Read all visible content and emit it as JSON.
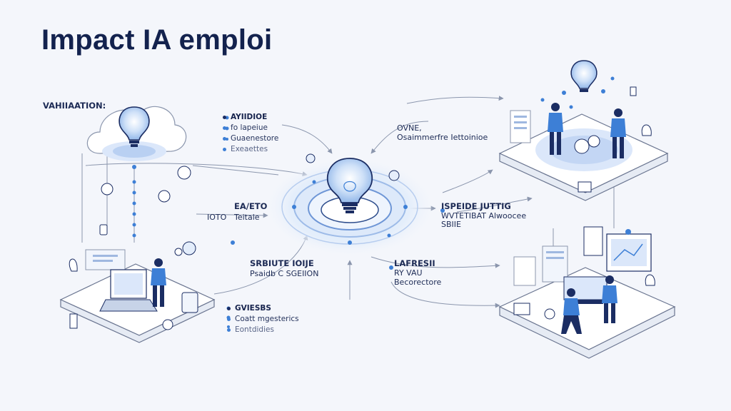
{
  "header": {
    "title": "Impact IA emploi"
  },
  "labels": {
    "valuation": "VAHIIAATION:",
    "tl_list": [
      "AYIIDIOE",
      "fo lapeiue",
      "Guaenestore",
      "Exeaettes"
    ],
    "mid_left_1": "EA/ETO",
    "mid_left_2a": "IOTO",
    "mid_left_2b": "Teitale",
    "mid_left_lower_1": "SRBIUTE IOIJE",
    "mid_left_lower_2": "Psaidb C SGEIION",
    "bl_list": [
      "GVIESBS",
      "Coatt mgesterics",
      "Eontdidies"
    ],
    "top_center_1": "OVNE,",
    "top_center_2": "Osaimmerfre Iettoinioe",
    "right_1": "ISPEIDE JUTTIG",
    "right_2": "WVTETIBAT Alwoocee",
    "right_3": "SBIIE",
    "lower_right_1": "LAFRESII",
    "lower_right_2": "RY VAU",
    "lower_right_3": "Becorectore"
  },
  "icons": {
    "center": "lightbulb-icon",
    "top_left": "lightbulb-icon",
    "top_right": "lightbulb-icon"
  },
  "colors": {
    "title": "#13224e",
    "accent": "#3d7fd6",
    "light_blue": "#cfe0f7",
    "line": "#8b96ad",
    "dark": "#1b2d63"
  }
}
